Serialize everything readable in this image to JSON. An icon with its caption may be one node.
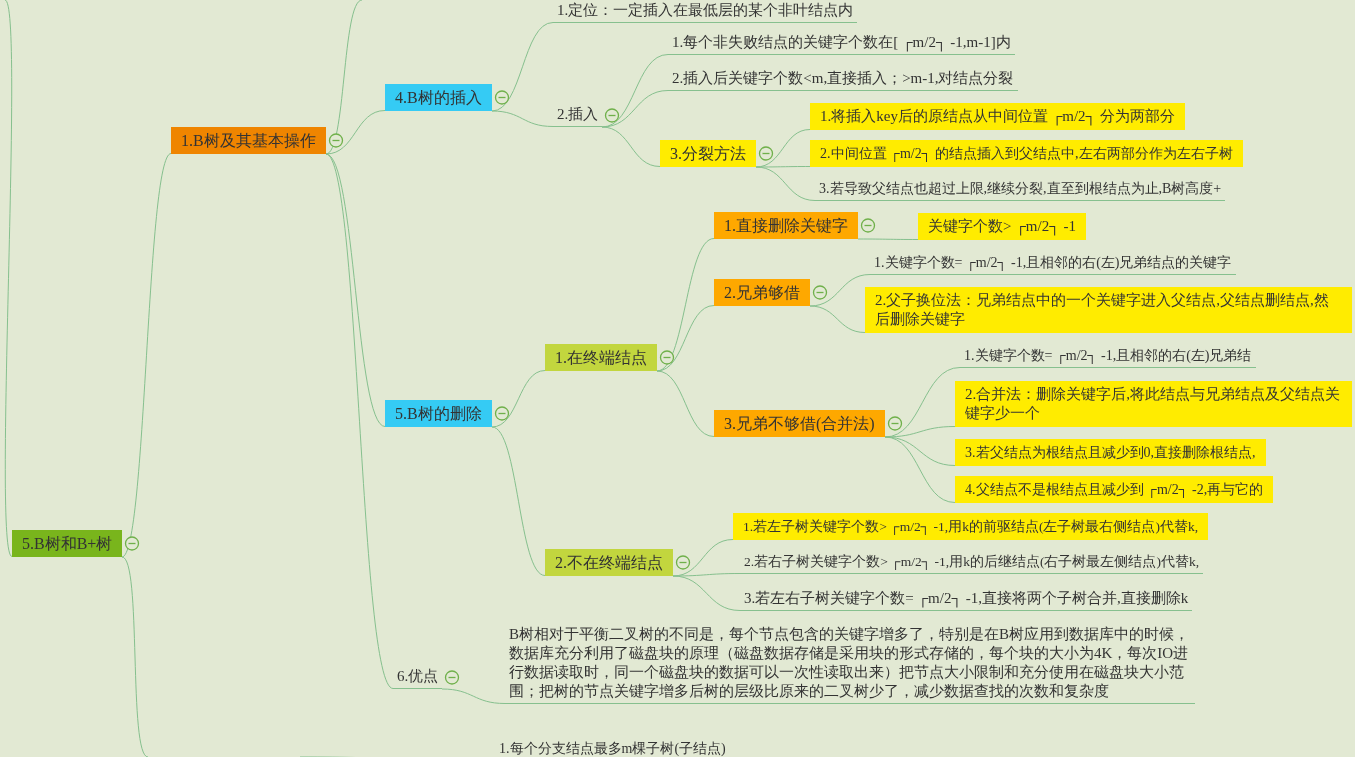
{
  "diagram": {
    "nodes": [
      {
        "text": [
          "5.B树和B+树"
        ]
      },
      {
        "text": [
          "1.B树及其基本操作"
        ]
      },
      {
        "text": [
          "4.B树的插入"
        ]
      },
      {
        "text": [
          "1.定位：一定插入在最低层的某个非叶结点内"
        ]
      },
      {
        "text": [
          "2.插入"
        ]
      },
      {
        "text": [
          "1.每个非失败结点的关键字个数在[ ┌m/2┐ -1,m-1]内"
        ]
      },
      {
        "text": [
          "2.插入后关键字个数<m,直接插入；>m-1,对结点分裂"
        ]
      },
      {
        "text": [
          "3.分裂方法"
        ]
      },
      {
        "text": [
          "1.将插入key后的原结点从中间位置 ┌m/2┐ 分为两部分"
        ]
      },
      {
        "text": [
          "2.中间位置 ┌m/2┐ 的结点插入到父结点中,左右两部分作为左右子树"
        ]
      },
      {
        "text": [
          "3.若导致父结点也超过上限,继续分裂,直至到根结点为止,B树高度+"
        ]
      },
      {
        "text": [
          "5.B树的删除"
        ]
      },
      {
        "text": [
          "1.在终端结点"
        ]
      },
      {
        "text": [
          "1.直接删除关键字"
        ]
      },
      {
        "text": [
          "关键字个数> ┌m/2┐ -1"
        ]
      },
      {
        "text": [
          "2.兄弟够借"
        ]
      },
      {
        "text": [
          "1.关键字个数= ┌m/2┐ -1,且相邻的右(左)兄弟结点的关键字"
        ]
      },
      {
        "text": [
          "2.父子换位法：兄弟结点中的一个关键字进入父结点,父结点删结点,然后删除关键字"
        ]
      },
      {
        "text": [
          "3.兄弟不够借(合并法)"
        ]
      },
      {
        "text": [
          "1.关键字个数= ┌m/2┐ -1,且相邻的右(左)兄弟结"
        ]
      },
      {
        "text": [
          "2.合并法：删除关键字后,将此结点与兄弟结点及父结点关键字少一个"
        ]
      },
      {
        "text": [
          "3.若父结点为根结点且减少到0,直接删除根结点,"
        ]
      },
      {
        "text": [
          "4.父结点不是根结点且减少到 ┌m/2┐ -2,再与它的"
        ]
      },
      {
        "text": [
          "2.不在终端结点"
        ]
      },
      {
        "text": [
          "1.若左子树关键字个数> ┌m/2┐ -1,用k的前驱结点(左子树最右侧结点)代替k,"
        ]
      },
      {
        "text": [
          "2.若右子树关键字个数> ┌m/2┐ -1,用k的后继结点(右子树最左侧结点)代替k,"
        ]
      },
      {
        "text": [
          "3.若左右子树关键字个数= ┌m/2┐ -1,直接将两个子树合并,直接删除k"
        ]
      },
      {
        "text": [
          "6.优点"
        ]
      },
      {
        "text": [
          "B树相对于平衡二叉树的不同是，每个节点包含的关键字增多了，特别是在B树应用到数据库中的时候，数据库充分利用了磁盘块的原理（磁盘数据存储是采用块的形式存储的，每个块的大小为4K，每次IO进行数据读取时，同一个磁盘块的数据可以一次性读取出来）把节点大小限制和充分使用在磁盘块大小范围；把树的节点关键字增多后树的层级比原来的二叉树少了，减少数据查找的次数和复杂度"
        ]
      },
      {
        "text": [
          "1.每个分支结点最多m棵子树(子结点)"
        ]
      }
    ],
    "edges": [
      {
        "from": null,
        "to": 0,
        "arrow": "none"
      },
      {
        "from": 0,
        "to": 1,
        "arrow": "none"
      },
      {
        "from": 0,
        "to": null,
        "arrow": "none"
      },
      {
        "from": 1,
        "to": null,
        "arrow": "none"
      },
      {
        "from": 1,
        "to": 2,
        "arrow": "none"
      },
      {
        "from": 1,
        "to": 11,
        "arrow": "none"
      },
      {
        "from": 1,
        "to": 27,
        "arrow": "none"
      },
      {
        "from": 2,
        "to": 3,
        "arrow": "none"
      },
      {
        "from": 2,
        "to": 4,
        "arrow": "none"
      },
      {
        "from": 4,
        "to": 5,
        "arrow": "none"
      },
      {
        "from": 4,
        "to": 6,
        "arrow": "none"
      },
      {
        "from": 4,
        "to": 7,
        "arrow": "none"
      },
      {
        "from": 7,
        "to": 8,
        "arrow": "none"
      },
      {
        "from": 7,
        "to": 9,
        "arrow": "none"
      },
      {
        "from": 7,
        "to": 10,
        "arrow": "none"
      },
      {
        "from": 11,
        "to": 12,
        "arrow": "none"
      },
      {
        "from": 11,
        "to": 23,
        "arrow": "none"
      },
      {
        "from": 12,
        "to": 13,
        "arrow": "none"
      },
      {
        "from": 12,
        "to": 15,
        "arrow": "none"
      },
      {
        "from": 12,
        "to": 18,
        "arrow": "none"
      },
      {
        "from": 13,
        "to": 14,
        "arrow": "none"
      },
      {
        "from": 15,
        "to": 16,
        "arrow": "none"
      },
      {
        "from": 15,
        "to": 17,
        "arrow": "none"
      },
      {
        "from": 18,
        "to": 19,
        "arrow": "none"
      },
      {
        "from": 18,
        "to": 20,
        "arrow": "none"
      },
      {
        "from": 18,
        "to": 21,
        "arrow": "none"
      },
      {
        "from": 18,
        "to": 22,
        "arrow": "none"
      },
      {
        "from": 23,
        "to": 24,
        "arrow": "none"
      },
      {
        "from": 23,
        "to": 25,
        "arrow": "none"
      },
      {
        "from": 23,
        "to": 26,
        "arrow": "none"
      },
      {
        "from": 27,
        "to": 28,
        "arrow": "none"
      },
      {
        "from": null,
        "to": 29,
        "arrow": "none"
      }
    ]
  }
}
